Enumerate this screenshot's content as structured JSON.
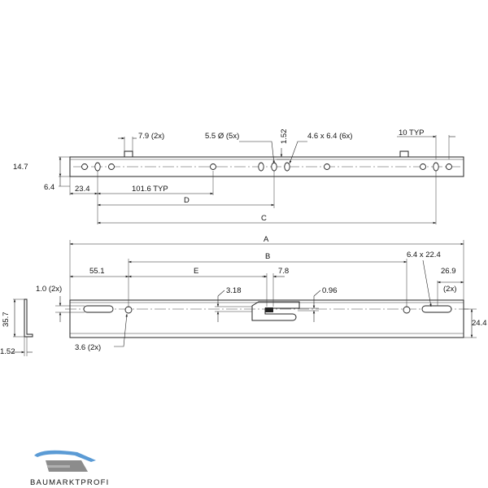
{
  "top_view": {
    "dim_14_7": "14.7",
    "dim_6_4": "6.4",
    "dim_7_9": "7.9 (2x)",
    "dim_5_5": "5.5 Ø (5x)",
    "dim_1_52": "1.52",
    "dim_4_6": "4.6 x 6.4 (6x)",
    "dim_10_typ": "10 TYP",
    "dim_23_4": "23.4",
    "dim_101_6": "101.6 TYP",
    "dim_D": "D",
    "dim_C": "C"
  },
  "front_view": {
    "dim_A": "A",
    "dim_B": "B",
    "dim_55_1": "55.1",
    "dim_E": "E",
    "dim_7_8": "7.8",
    "dim_3_18": "3.18",
    "dim_0_96": "0.96",
    "dim_6_4x22_4": "6.4 x 22.4",
    "dim_26_9": "26.9",
    "dim_26_9_count": "(2x)",
    "dim_1_0": "1.0 (2x)",
    "dim_3_6": "3.6 (2x)",
    "dim_24_4": "24.4"
  },
  "side_view": {
    "dim_35_7": "35.7",
    "dim_1_52": "1.52"
  },
  "logo": {
    "text": "BAUMARKTPROFI",
    "colors": {
      "roof": "#5b9bd5",
      "house": "#8c8c8c"
    }
  }
}
